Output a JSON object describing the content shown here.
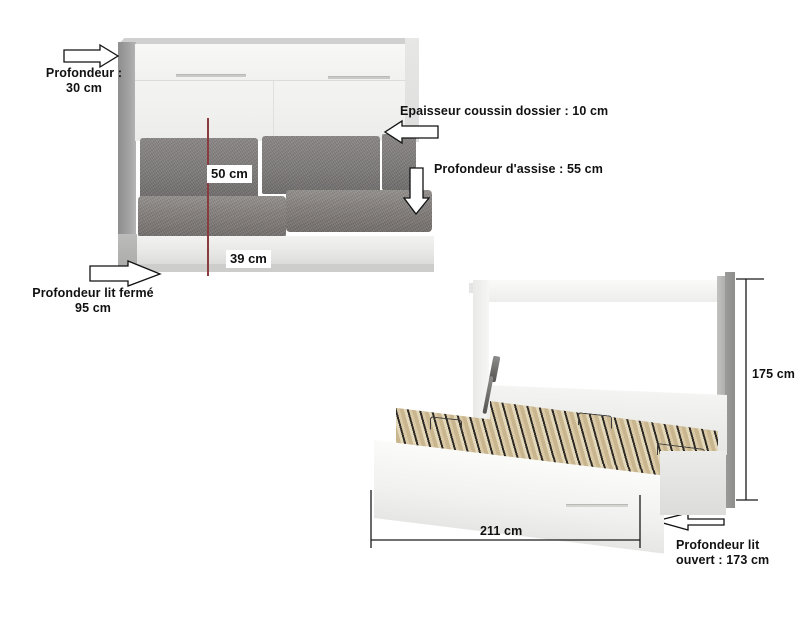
{
  "diagram": {
    "title": "Canape lit escamotable - schema de dimensions",
    "language": "fr",
    "units": "cm",
    "colors": {
      "text": "#111111",
      "measure_line": "#8a3b3f",
      "dimension_line": "#1a1a1a",
      "furniture_white": "#f2f2f0",
      "fabric_grey": "#7e7b7a",
      "slat_wood": "#d9c9a6"
    }
  },
  "annotations": {
    "depth_closed_cabinet": {
      "label_line1": "Profondeur :",
      "label_line2": "30 cm",
      "value": 30,
      "arrow": "arrow-right-icon"
    },
    "backrest_cushion_thickness": {
      "label": "Epaisseur coussin dossier : 10 cm",
      "value": 10,
      "arrow": "arrow-left-icon"
    },
    "seat_depth": {
      "label": "Profondeur d'assise : 55 cm",
      "value": 55,
      "arrow": "arrow-down-icon"
    },
    "bed_depth_closed": {
      "label_line1": "Profondeur lit fermé",
      "label_line2": "95 cm",
      "value": 95,
      "arrow": "arrow-right-icon"
    },
    "bed_depth_open": {
      "label_line1": "Profondeur lit",
      "label_line2": "ouvert : 173 cm",
      "value": 173,
      "arrow": "arrow-left-icon"
    },
    "seat_height_total": {
      "label": "50 cm",
      "value": 50
    },
    "seat_height_base": {
      "label": "39 cm",
      "value": 39
    },
    "bed_height_open": {
      "label": "175 cm",
      "value": 175
    },
    "bed_width_open": {
      "label": "211 cm",
      "value": 211
    }
  }
}
